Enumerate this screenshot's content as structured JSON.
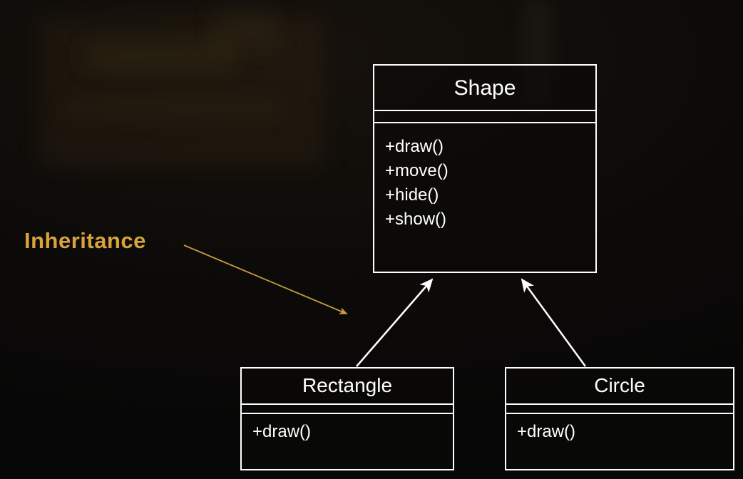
{
  "annotation": {
    "label": "Inheritance"
  },
  "classes": [
    {
      "name": "Shape",
      "methods": [
        "+draw()",
        "+move()",
        "+hide()",
        "+show()"
      ]
    },
    {
      "name": "Rectangle",
      "methods": [
        "+draw()"
      ]
    },
    {
      "name": "Circle",
      "methods": [
        "+draw()"
      ]
    }
  ],
  "relations": [
    {
      "from": "Rectangle",
      "to": "Shape",
      "type": "inheritance"
    },
    {
      "from": "Circle",
      "to": "Shape",
      "type": "inheritance"
    },
    {
      "from": "Inheritance label",
      "to": "inheritance arrows",
      "type": "callout"
    }
  ],
  "colors": {
    "background": "#0d0b09",
    "box_border": "#ffffff",
    "text": "#ffffff",
    "accent": "#d9a33c"
  }
}
